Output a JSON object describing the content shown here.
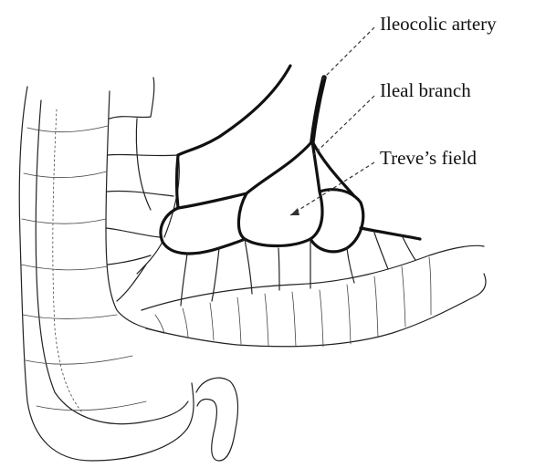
{
  "labels": {
    "ileocolic_artery": "Ileocolic artery",
    "ileal_branch": "Ileal branch",
    "treves_field": "Treve’s field"
  },
  "colors": {
    "ink": "#111111",
    "background": "#ffffff"
  }
}
